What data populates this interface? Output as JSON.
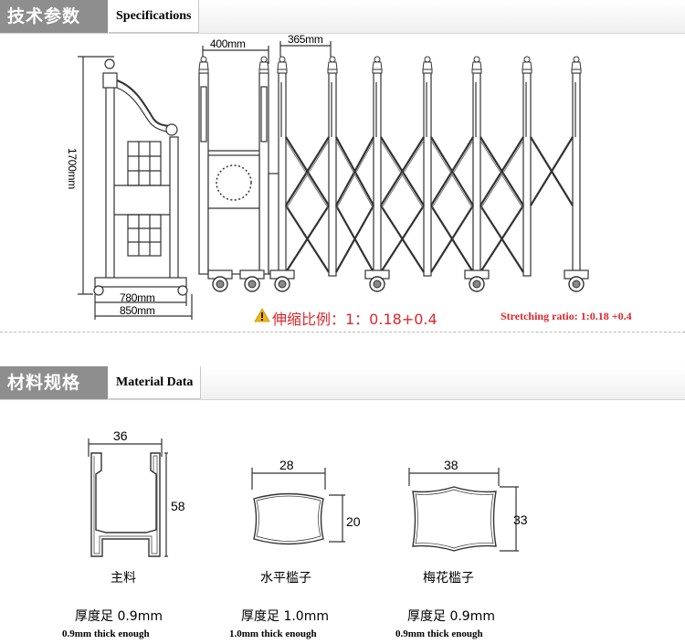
{
  "specs_section": {
    "title_cn": "技术参数",
    "title_en": "Specifications"
  },
  "specs": {
    "height_label": "1700mm",
    "width_780_label": "780mm",
    "width_850_label": "850mm",
    "head_width_label": "400mm",
    "pitch_label": "365mm",
    "ratio_cn": "伸缩比例：1：0.18+0.4",
    "ratio_en": "Stretching ratio: 1:0.18 +0.4"
  },
  "materials_section": {
    "title_cn": "材料规格",
    "title_en": "Material Data"
  },
  "profiles": [
    {
      "name": "主料",
      "width": "36",
      "height": "58",
      "thickness_cn": "厚度足 0.9mm",
      "thickness_en": "0.9mm thick enough"
    },
    {
      "name": "水平槛子",
      "width": "28",
      "height": "20",
      "thickness_cn": "厚度足 1.0mm",
      "thickness_en": "1.0mm thick enough"
    },
    {
      "name": "梅花槛子",
      "width": "38",
      "height": "33",
      "thickness_cn": "厚度足 0.9mm",
      "thickness_en": "0.9mm thick enough"
    }
  ],
  "colors": {
    "header_tab": "#8e8e8e",
    "warning_red": "#e0262a"
  }
}
